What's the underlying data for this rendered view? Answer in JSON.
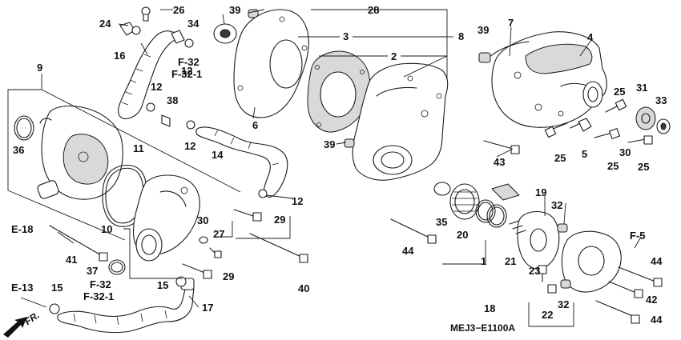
{
  "diagram_code": "MEJ3−E1100A",
  "front_label": "FR.",
  "refs": {
    "f32": "F-32",
    "f32_1": "F-32-1",
    "e18": "E-18",
    "e13": "E-13",
    "f5": "F-5"
  },
  "callouts": {
    "p1": "1",
    "p2": "2",
    "p3": "3",
    "p4": "4",
    "p5": "5",
    "p6": "6",
    "p7": "7",
    "p8": "8",
    "p9": "9",
    "p10": "10",
    "p11": "11",
    "p12a": "12",
    "p12b": "12",
    "p12c": "12",
    "p12d": "12",
    "p14": "14",
    "p15a": "15",
    "p15b": "15",
    "p16": "16",
    "p17": "17",
    "p18": "18",
    "p19": "19",
    "p20": "20",
    "p21": "21",
    "p22": "22",
    "p23": "23",
    "p24": "24",
    "p25a": "25",
    "p25b": "25",
    "p25c": "25",
    "p25d": "25",
    "p26": "26",
    "p27": "27",
    "p28": "28",
    "p29a": "29",
    "p29b": "29",
    "p30a": "30",
    "p30b": "30",
    "p31": "31",
    "p32a": "32",
    "p32b": "32",
    "p33": "33",
    "p34": "34",
    "p35": "35",
    "p36": "36",
    "p37": "37",
    "p38": "38",
    "p39a": "39",
    "p39b": "39",
    "p39c": "39",
    "p40": "40",
    "p41": "41",
    "p42": "42",
    "p43": "43",
    "p44a": "44",
    "p44b": "44",
    "p44c": "44"
  }
}
